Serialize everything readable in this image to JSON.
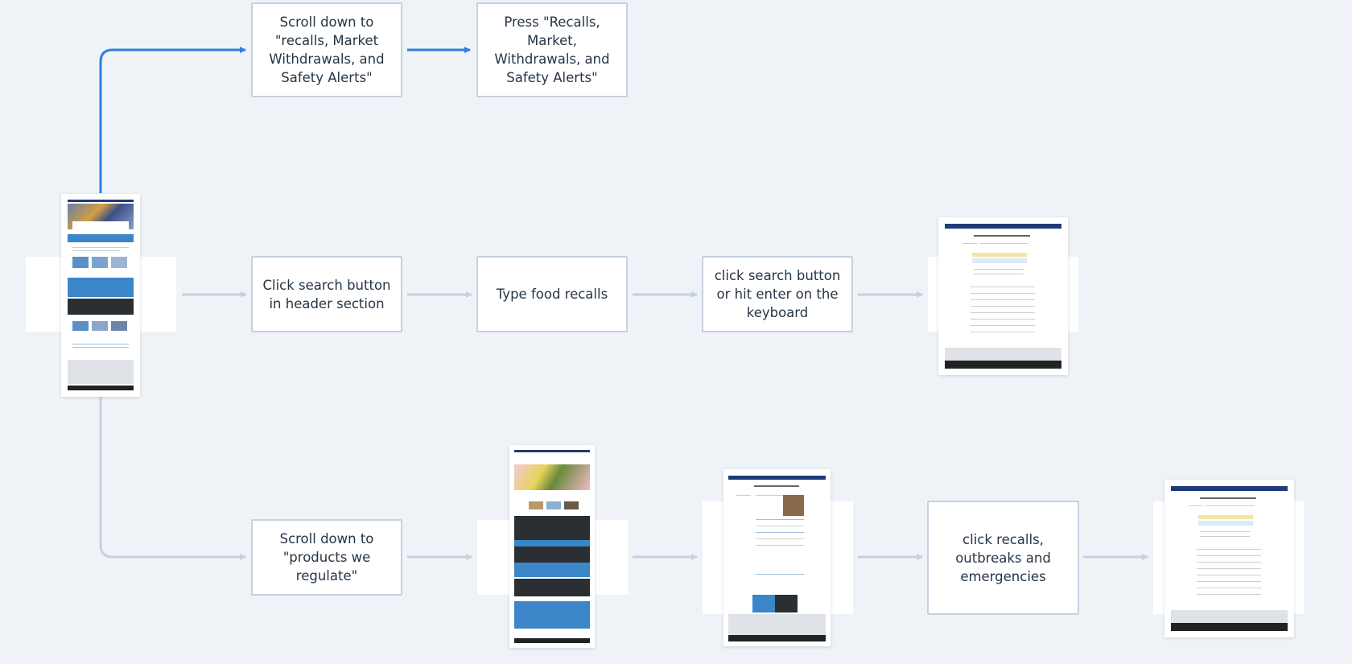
{
  "colors": {
    "background": "#eff3f7",
    "active_connector": "#2f7ed8",
    "inactive_connector": "#c4d1de",
    "box_border": "#c4d1de"
  },
  "steps": {
    "top_1": "Scroll down to \"recalls, Market Withdrawals, and Safety Alerts\"",
    "top_2": "Press \"Recalls, Market, Withdrawals, and Safety Alerts\"",
    "mid_1": "Click search button in header section",
    "mid_2": "Type food recalls",
    "mid_3": "click search button or hit enter on the keyboard",
    "bot_1": "Scroll down to \"products we regulate\"",
    "bot_4": "click recalls, outbreaks and emergencies"
  },
  "thumbnails": [
    {
      "name": "fda-home-page"
    },
    {
      "name": "recalls-search-results-page"
    },
    {
      "name": "food-products-page"
    },
    {
      "name": "recalls-outbreaks-emergencies-page"
    },
    {
      "name": "recalls-market-withdrawals-page"
    }
  ]
}
